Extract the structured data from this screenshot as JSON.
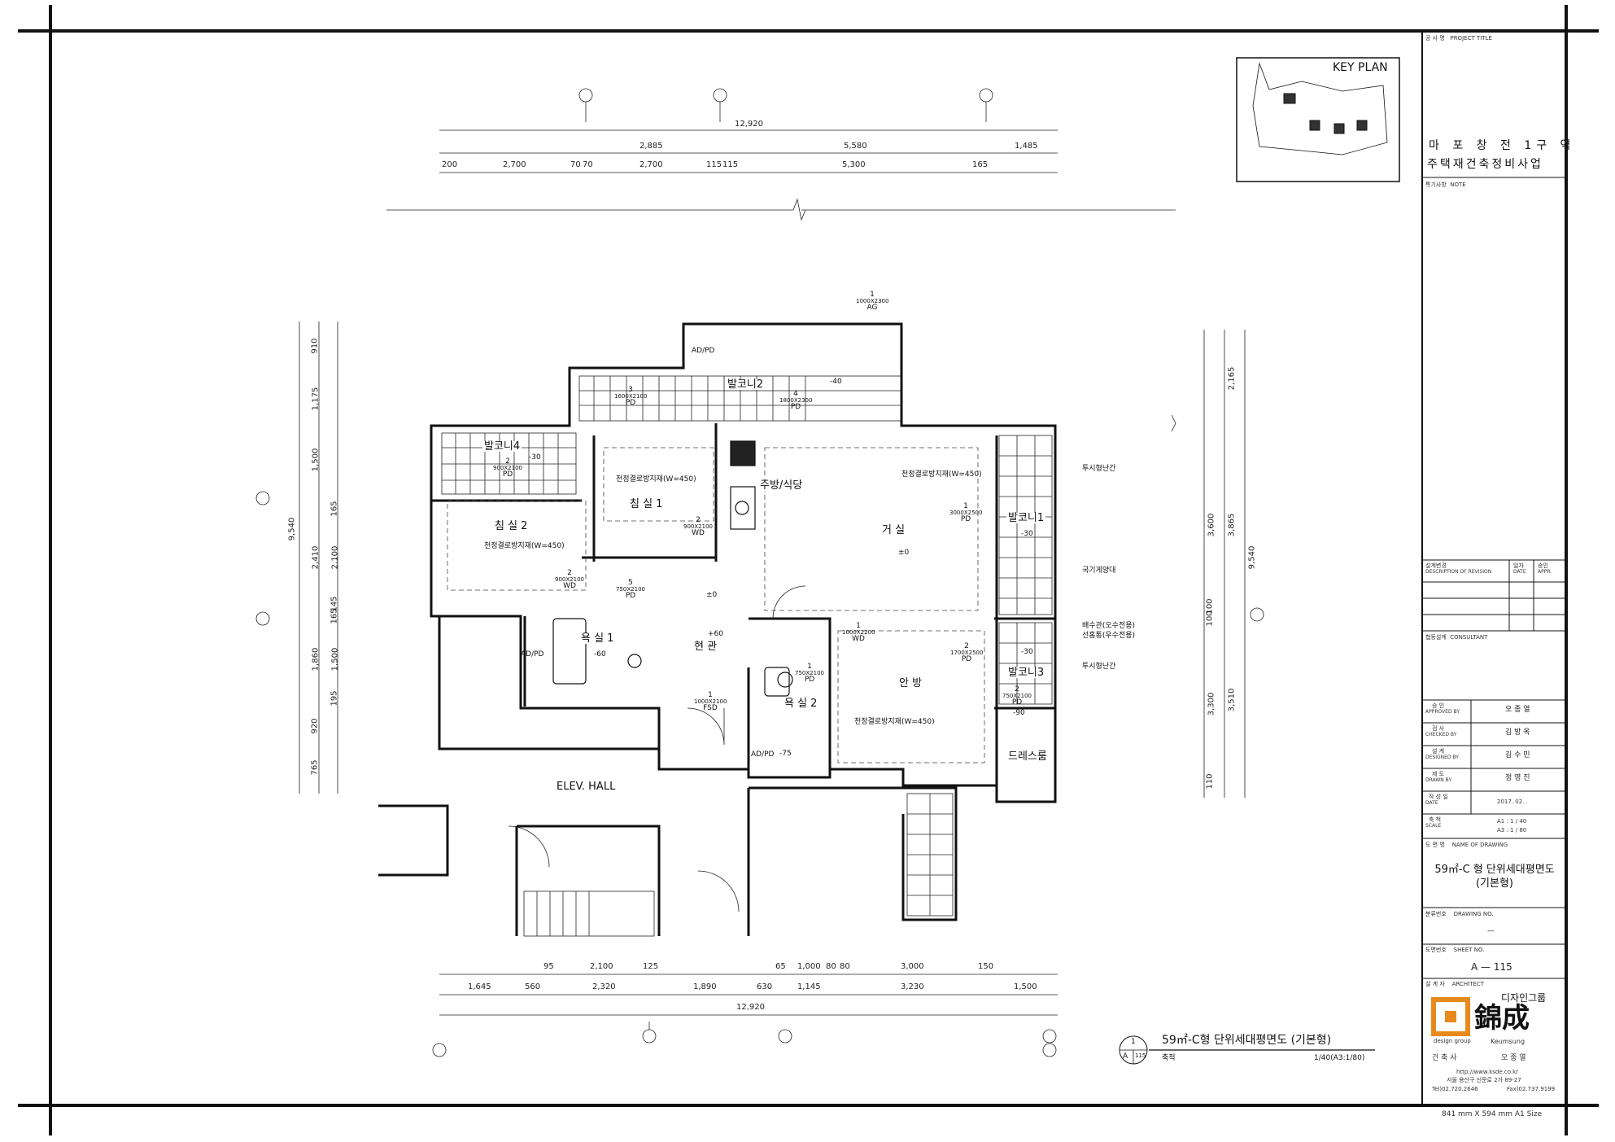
{
  "key_plan": {
    "title": "KEY PLAN"
  },
  "dims_top": {
    "total": "12,920",
    "mid": [
      "2,885",
      "5,580",
      "1,485"
    ],
    "fine": [
      "200",
      "2,700",
      "70",
      "70",
      "2,700",
      "115",
      "115",
      "5,300",
      "165"
    ]
  },
  "dims_bottom": {
    "fine": [
      "95",
      "2,100",
      "125",
      "65",
      "1,000",
      "80",
      "80",
      "3,000",
      "150"
    ],
    "mid": [
      "1,645",
      "560",
      "2,320",
      "1,890",
      "630",
      "1,145",
      "3,230",
      "1,500"
    ],
    "total": "12,920"
  },
  "dims_left": {
    "total": "9,540",
    "outer": [
      "910",
      "1,175",
      "1,500",
      "2,410",
      "1,860",
      "920",
      "765"
    ],
    "inner": [
      "165",
      "2,100",
      "165",
      "145",
      "1,500",
      "195"
    ]
  },
  "dims_right": {
    "total": "9,540",
    "outer": [
      "2,165",
      "3,865",
      "3,510"
    ],
    "inner": [
      "3,600",
      "100",
      "100",
      "3,300",
      "110"
    ]
  },
  "rooms": {
    "balcony4": "발코니4",
    "bedroom2": "침 실 2",
    "bedroom1": "침 실 1",
    "balcony2": "발코니2",
    "kitchen": "주방/식당",
    "living": "거 실",
    "balcony1": "발코니1",
    "bath1": "욕 실 1",
    "entrance": "현 관",
    "master": "안 방",
    "bath2": "욕 실 2",
    "balcony3": "발코니3",
    "dressroom": "드레스룸",
    "elev_hall": "ELEV. HALL"
  },
  "annotations": {
    "anti_condensation": "천정결로방지재(W=450)",
    "transparent_rail": "투시형난간",
    "flag_holder": "국기게양대",
    "drain_pipe": "배수관(오수전용)",
    "gutter_pipe": "선홈통(우수전용)",
    "level": "±0",
    "ad_pd": "AD/PD",
    "pd": "PD",
    "wd": "WD",
    "ag": "AG",
    "fsd": "FSD",
    "minus30": "-30",
    "minus40": "-40",
    "minus60": "-60",
    "minus75": "-75",
    "minus90": "-90",
    "plus60": "+60"
  },
  "door_tags": [
    {
      "num": "1",
      "size": "1000X2300",
      "type": "AG"
    },
    {
      "num": "3",
      "size": "1600X2100",
      "type": "PD"
    },
    {
      "num": "4",
      "size": "1800X2300",
      "type": "PD"
    },
    {
      "num": "2",
      "size": "900X2100",
      "type": "PD"
    },
    {
      "num": "2",
      "size": "900X2100",
      "type": "WD"
    },
    {
      "num": "1",
      "size": "3000X2500",
      "type": "PD"
    },
    {
      "num": "2",
      "size": "900X2100",
      "type": "WD"
    },
    {
      "num": "5",
      "size": "750X2100",
      "type": "PD"
    },
    {
      "num": "1",
      "size": "1000X2200",
      "type": "WD"
    },
    {
      "num": "2",
      "size": "1700X2500",
      "type": "PD"
    },
    {
      "num": "1",
      "size": "1000X2100",
      "type": "FSD"
    },
    {
      "num": "1",
      "size": "750X2100",
      "type": "PD"
    },
    {
      "num": "2",
      "size": "750X2100",
      "type": "PD"
    }
  ],
  "drawing_title": {
    "name": "59㎡-C형 단위세대평면도 (기본형)",
    "scale_label": "축척",
    "scale_value": "1/40(A3:1/80)",
    "bubble_num": "1",
    "bubble_ref_a": "A",
    "bubble_ref_num": "115"
  },
  "title_block": {
    "project_label_kr": "공 사 명",
    "project_label_en": "PROJECT TITLE",
    "project_line1": "마 포 창 전 1구 역",
    "project_line2": "주택재건축정비사업",
    "note_label_kr": "특기사항",
    "note_label_en": "NOTE",
    "revision_label_kr": "설계변경",
    "revision_label_en": "DESCRIPTION OF REVISION",
    "date_label_kr": "일자",
    "date_label_en": "DATE",
    "appr_label_kr": "승인",
    "appr_label_en": "APPR.",
    "consult_label_kr": "협동설계",
    "consult_label_en": "CONSULTANT",
    "approved_kr": "승 인",
    "approved_en": "APPROVED BY",
    "approved_name": "오 종 열",
    "checked_kr": "검 사",
    "checked_en": "CHECKED BY",
    "checked_name": "김 방 옥",
    "designed_kr": "설 계",
    "designed_en": "DESIGNED BY",
    "designed_name": "김 수 민",
    "drawn_kr": "제 도",
    "drawn_en": "DRAWN BY",
    "drawn_name": "정 영 진",
    "date2_kr": "작 성 일",
    "date2_en": "DATE",
    "date2_value": "2017. 02. .",
    "scale_kr": "축 척",
    "scale_en": "SCALE",
    "scale_a1": "A1 : 1 / 40",
    "scale_a3": "A3 : 1 / 80",
    "dwgname_kr": "도 면 명",
    "dwgname_en": "NAME OF DRAWING",
    "dwgname_line1": "59㎡-C 형 단위세대평면도",
    "dwgname_line2": "(기본형)",
    "dwgno_kr": "분류번호",
    "dwgno_en": "DRAWING NO.",
    "dwgno_value": "—",
    "sheet_kr": "도면번호",
    "sheet_en": "SHEET NO.",
    "sheet_value": "A — 115",
    "architect_kr": "설 계 자",
    "architect_en": "ARCHITECT",
    "logo_group": "디자인그룹",
    "logo_name": "錦成",
    "logo_en1": "design group",
    "logo_en2": "Keumsung",
    "arch_title": "건 축 사",
    "arch_name": "오 종 열",
    "url": "http://www.ksde.co.kr",
    "address": "서울 용산구 신문로 2가 89-27",
    "tel": "Tel)02.720.2646",
    "fax": "Fax)02.737.9199",
    "paper_size": "841 mm X 594 mm  A1 Size"
  },
  "colors": {
    "logo_orange": "#E8891C",
    "line": "#111111",
    "tile": "#222222"
  }
}
